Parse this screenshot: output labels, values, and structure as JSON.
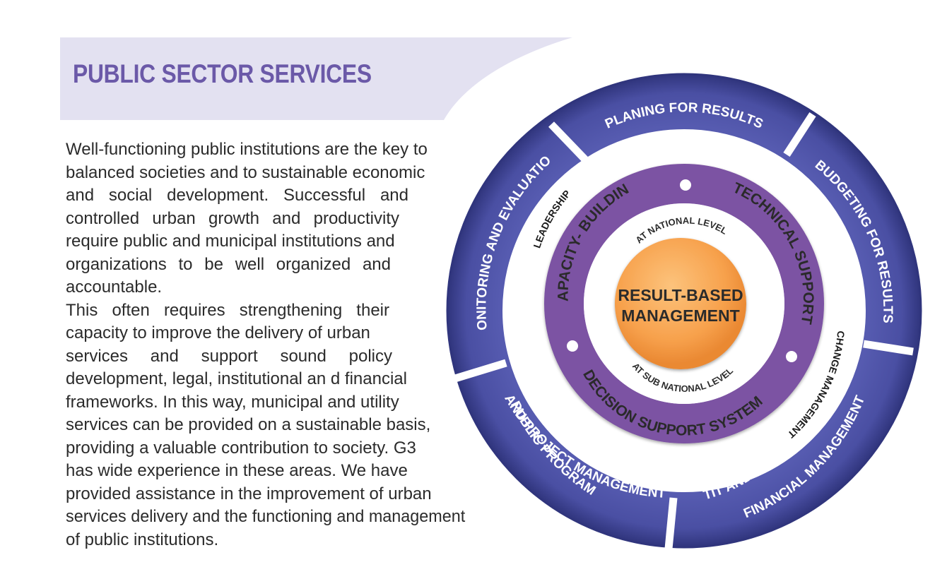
{
  "page": {
    "title": "PUBLIC SECTOR SERVICES",
    "body_lines": [
      "Well-functioning public institutions are the key to",
      "balanced societies and to sustainable economic",
      "and social development. Successful and",
      "controlled urban growth and productivity",
      "require public and municipal institutions and",
      "organizations to be well organized and",
      "accountable.",
      "This often requires strengthening their",
      "capacity to improve the delivery of urban",
      "services and support sound policy",
      "development, legal, institutional an  d financial",
      "frameworks. In this way, municipal and utility",
      "services can be provided on a sustainable basis,",
      "providing a valuable contribution to society. G3",
      "has wide experience in these areas. We have",
      "provided assistance in the improvement of urban",
      "services delivery and the functioning and management",
      "of public institutions."
    ]
  },
  "diagram": {
    "outer_ring": [
      "PLANING FOR RESULTS",
      "BUDGETING FOR RESULTS",
      "FINANCIAL MANAGEMENT",
      "AUTIT AND PUBLIC PROCUREMENT",
      "AND PROJECT MANAGEMENT",
      "PUBLIC PROGRAM",
      "MONITORING AND EVALUATION"
    ],
    "white_band": {
      "left": "LEADERSHIP",
      "right": "CHANGE MANAGEMENT"
    },
    "middle_ring": {
      "left": "CAPACITY- BUILDING",
      "right": "TECHNICAL SUPPORT",
      "bottom": "DECISION SUPPORT SYSTEMS"
    },
    "levels": {
      "top": "AT NATIONAL LEVEL",
      "bottom": "AT SUB NATIONAL LEVEL"
    },
    "center": {
      "line1": "RESULT-BASED",
      "line2": "MANAGEMENT"
    }
  },
  "colors": {
    "title": "#6b59a8",
    "header_band": "#e3e1f1",
    "outer_ring": "#4a4fa3",
    "outer_ring_edge": "#30357d",
    "middle_ring": "#7c52a3",
    "center_orange": "#f7a14c",
    "dark_text": "#2b2b2b"
  }
}
